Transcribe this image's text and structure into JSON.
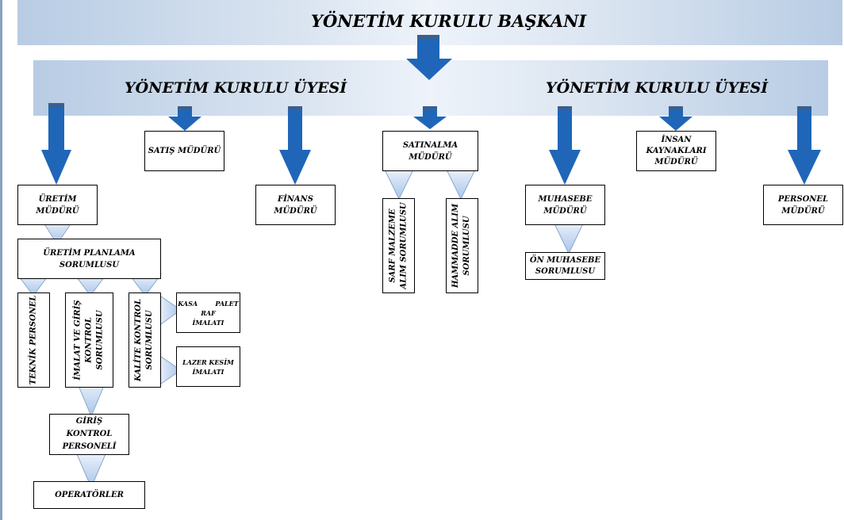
{
  "title": "YÖNETİM KURULU BAŞKANI",
  "members": [
    "YÖNETİM KURULU ÜYESİ",
    "YÖNETİM KURULU ÜYESİ"
  ],
  "boxes": {
    "satis": "SATIŞ MÜDÜRÜ",
    "finans": "FİNANS\nMÜDÜRÜ",
    "uretim": "ÜRETİM\nMÜDÜRÜ",
    "uretim_planlama": "ÜRETİM PLANLAMA\nSORUMLUSU",
    "teknik_personel": "TEKNİK PERSONEL",
    "imalat_giris": "İMALAT VE GİRİŞ\nKONTROL\nSORUMLUSU",
    "kalite_kontrol": "KALİTE KONTROL\nSORUMLUSU",
    "kasa_palet": "KASA        PALET\nRAF\nİMALATI",
    "lazer_kesim": "LAZER KESİM\nİMALATI",
    "giris_kontrol_personeli": "GİRİŞ\nKONTROL\nPERSONELİ",
    "operatorler": "OPERATÖRLER",
    "satinalma": "SATINALMA\nMÜDÜRÜ",
    "sarf_malzeme": "SARF MALZEME\nALIM SORUMLUSU",
    "hammadde": "HAMMADDE ALIM\nSORUMLUSU",
    "muhasebe": "MUHASEBE\nMÜDÜRÜ",
    "on_muhasebe": "ÖN MUHASEBE\nSORUMLUSU",
    "insan_kaynaklari": "İNSAN\nKAYNAKLARI\nMÜDÜRÜ",
    "personel": "PERSONEL\nMÜDÜRÜ"
  },
  "colors": {
    "arrow_blue": "#1f66b8",
    "arrow_dark": "#3a5f8f",
    "chevron_light": "#c6d9f1",
    "band_light": "#dbe5f1"
  }
}
